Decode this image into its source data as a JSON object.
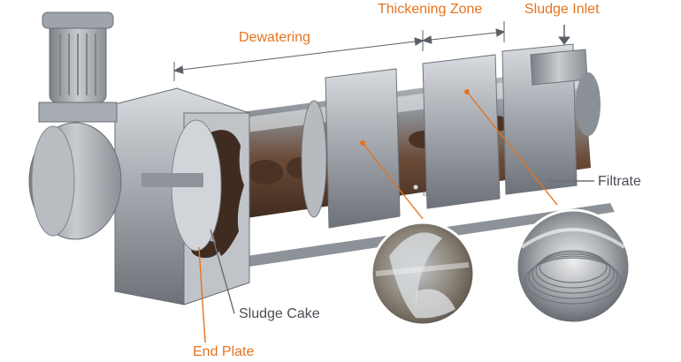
{
  "labels": {
    "dewatering": "Dewatering",
    "thickening_zone": "Thickening Zone",
    "sludge_inlet": "Sludge Inlet",
    "filtrate": "Filtrate",
    "sludge_cake": "Sludge Cake",
    "end_plate": "End Plate"
  },
  "colors": {
    "label_orange": "#e5731f",
    "label_dark": "#4b4f55",
    "machine_grey": "#9ea3a9",
    "sludge_brown": "#5a3d2b"
  },
  "icons": {
    "motor": "motor-icon",
    "cutaway_detail": "magnifier-inset"
  }
}
